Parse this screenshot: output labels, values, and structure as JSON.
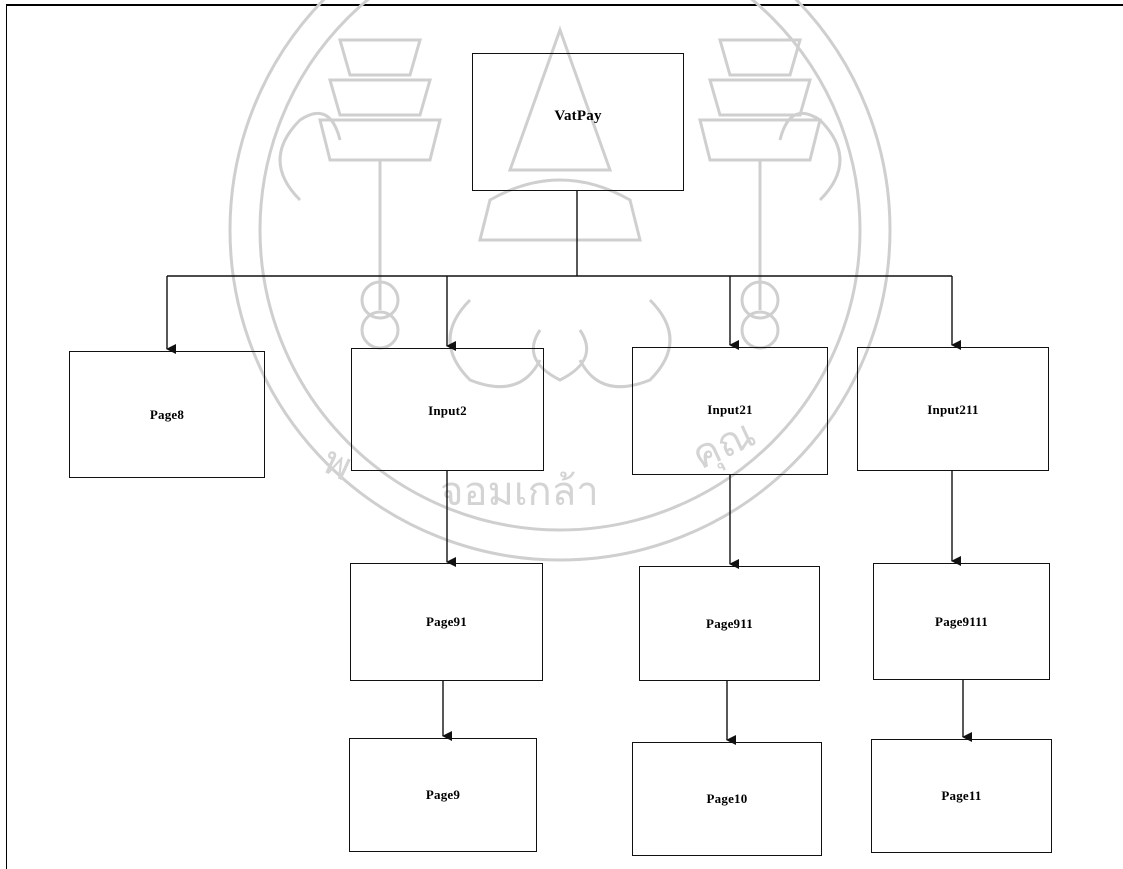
{
  "diagram": {
    "nodes": {
      "root": "VatPay",
      "page8": "Page8",
      "input2": "Input2",
      "input21": "Input21",
      "input211": "Input211",
      "page91": "Page91",
      "page911": "Page911",
      "page9111": "Page9111",
      "page9": "Page9",
      "page10": "Page10",
      "page11": "Page11"
    },
    "edges": [
      [
        "root",
        "page8"
      ],
      [
        "root",
        "input2"
      ],
      [
        "root",
        "input21"
      ],
      [
        "root",
        "input211"
      ],
      [
        "input2",
        "page91"
      ],
      [
        "input21",
        "page911"
      ],
      [
        "input211",
        "page9111"
      ],
      [
        "page91",
        "page9"
      ],
      [
        "page911",
        "page10"
      ],
      [
        "page9111",
        "page11"
      ]
    ],
    "line_color": "#111111",
    "watermark_color": "#c9c9c9"
  }
}
